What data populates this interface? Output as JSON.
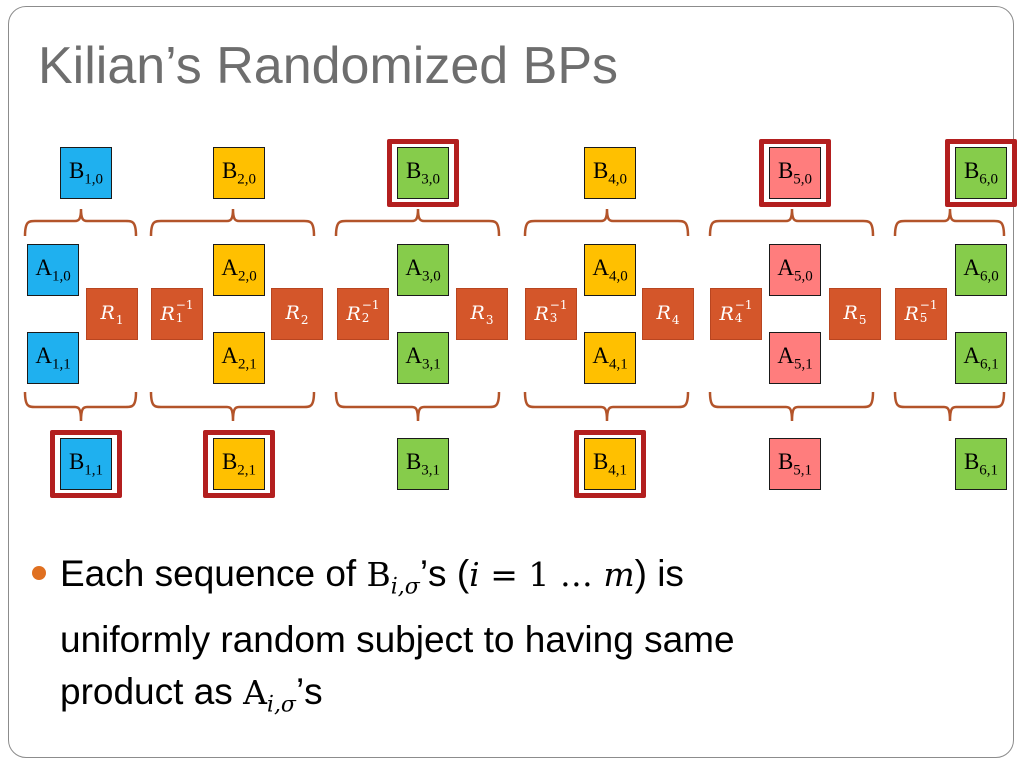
{
  "slide": {
    "title": "Kilian’s Randomized BPs"
  },
  "colors": {
    "blue": "#1fb0ef",
    "orange": "#ffc000",
    "green": "#86cc4b",
    "pink": "#ff7d7d",
    "r_box": "#d4562a",
    "highlight": "#b31f1f",
    "brace": "#b3542a",
    "bullet": "#e07020"
  },
  "columns": [
    {
      "b0": {
        "base": "B",
        "sub": "1,0"
      },
      "a0": {
        "base": "A",
        "sub": "1,0"
      },
      "a1": {
        "base": "A",
        "sub": "1,1"
      },
      "b1": {
        "base": "B",
        "sub": "1,1"
      }
    },
    {
      "b0": {
        "base": "B",
        "sub": "2,0"
      },
      "a0": {
        "base": "A",
        "sub": "2,0"
      },
      "a1": {
        "base": "A",
        "sub": "2,1"
      },
      "b1": {
        "base": "B",
        "sub": "2,1"
      }
    },
    {
      "b0": {
        "base": "B",
        "sub": "3,0"
      },
      "a0": {
        "base": "A",
        "sub": "3,0"
      },
      "a1": {
        "base": "A",
        "sub": "3,1"
      },
      "b1": {
        "base": "B",
        "sub": "3,1"
      }
    },
    {
      "b0": {
        "base": "B",
        "sub": "4,0"
      },
      "a0": {
        "base": "A",
        "sub": "4,0"
      },
      "a1": {
        "base": "A",
        "sub": "4,1"
      },
      "b1": {
        "base": "B",
        "sub": "4,1"
      }
    },
    {
      "b0": {
        "base": "B",
        "sub": "5,0"
      },
      "a0": {
        "base": "A",
        "sub": "5,0"
      },
      "a1": {
        "base": "A",
        "sub": "5,1"
      },
      "b1": {
        "base": "B",
        "sub": "5,1"
      }
    },
    {
      "b0": {
        "base": "B",
        "sub": "6,0"
      },
      "a0": {
        "base": "A",
        "sub": "6,0"
      },
      "a1": {
        "base": "A",
        "sub": "6,1"
      },
      "b1": {
        "base": "B",
        "sub": "6,1"
      }
    }
  ],
  "column_colors": [
    "blue",
    "orange",
    "green",
    "orange",
    "pink",
    "green"
  ],
  "highlighted": [
    "b1",
    "b1",
    "b0",
    "b1",
    "b0",
    "b0"
  ],
  "r_matrices": [
    {
      "base": "R",
      "sub": "1"
    },
    {
      "base": "R",
      "sub": "1",
      "sup": "−1"
    },
    {
      "base": "R",
      "sub": "2"
    },
    {
      "base": "R",
      "sub": "2",
      "sup": "−1"
    },
    {
      "base": "R",
      "sub": "3"
    },
    {
      "base": "R",
      "sub": "3",
      "sup": "−1"
    },
    {
      "base": "R",
      "sub": "4"
    },
    {
      "base": "R",
      "sub": "4",
      "sup": "−1"
    },
    {
      "base": "R",
      "sub": "5"
    },
    {
      "base": "R",
      "sub": "5",
      "sup": "−1"
    }
  ],
  "bullet": {
    "part1": "Each sequence of ",
    "b_var": "B",
    "sub": "i,σ",
    "part2": "’s (",
    "i_var": "i",
    "eq": " = 1 … ",
    "m_var": "m",
    "part3": ") is",
    "line2": "uniformly random subject to having same",
    "part4": "product as ",
    "a_var": "A",
    "sub2": "i,σ",
    "part5": "’s"
  }
}
